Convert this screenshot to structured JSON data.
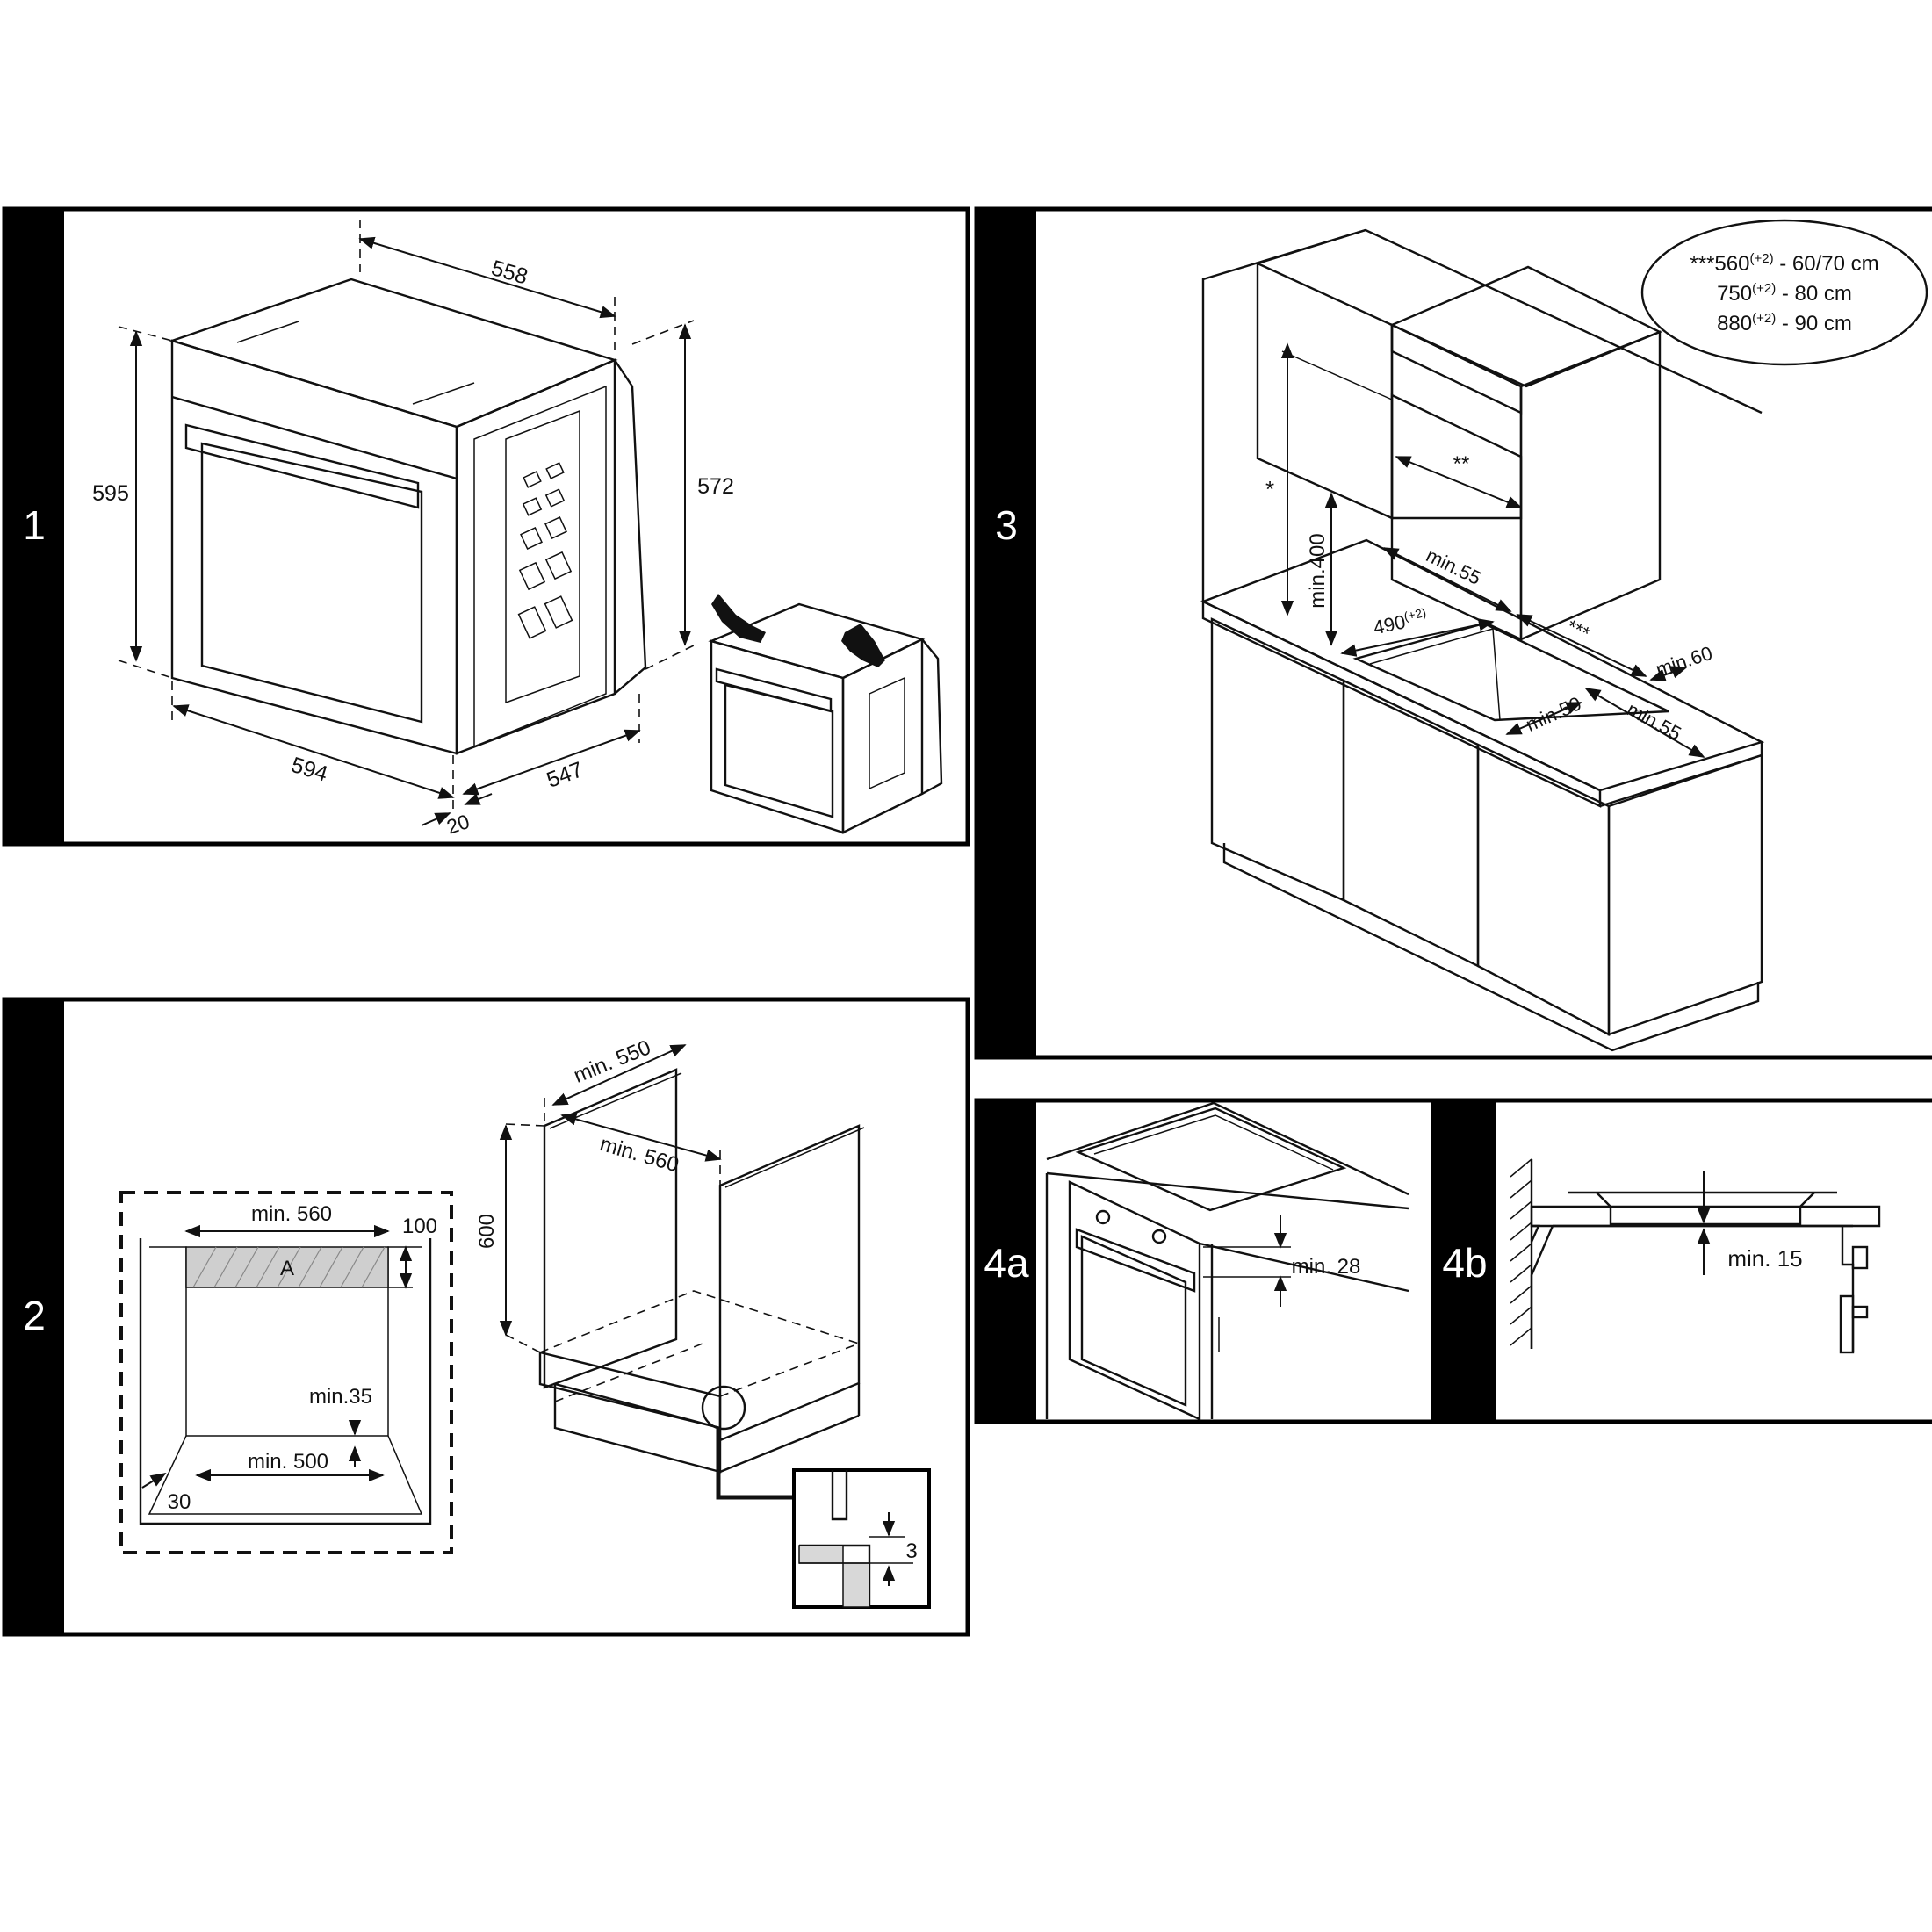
{
  "panels": {
    "p1": {
      "number": "1",
      "labels": {
        "width_top": "558",
        "height_front": "595",
        "height_side": "572",
        "width_front": "594",
        "depth": "547",
        "frame": "20"
      }
    },
    "p2": {
      "number": "2",
      "labels": {
        "min_depth": "min. 550",
        "min_width": "min. 560",
        "height": "600",
        "front_min_width": "min. 560",
        "area_a": "A",
        "area_a_height": "100",
        "min_35": "min.35",
        "min_500": "min. 500",
        "left_30": "30",
        "detail_3": "3"
      }
    },
    "p3": {
      "number": "3",
      "legend": {
        "line1_prefix": "***",
        "line1_value": "560",
        "line1_tol": "(+2)",
        "line1_suffix": " - 60/70 cm",
        "line2_value": "750",
        "line2_tol": "(+2)",
        "line2_suffix": " - 80 cm",
        "line3_value": "880",
        "line3_tol": "(+2)",
        "line3_suffix": " - 90 cm"
      },
      "labels": {
        "star": "*",
        "double_star": "**",
        "triple_star": "***",
        "min_400": "min.400",
        "min_55_top": "min.55",
        "min_60": "min.60",
        "cutout_depth": "490",
        "cutout_tol": "(+2)",
        "min_50": "min.50",
        "min_55_side": "min.55"
      }
    },
    "p4a": {
      "number": "4a",
      "labels": {
        "min_28": "min. 28"
      }
    },
    "p4b": {
      "number": "4b",
      "labels": {
        "min_15": "min. 15"
      }
    }
  }
}
